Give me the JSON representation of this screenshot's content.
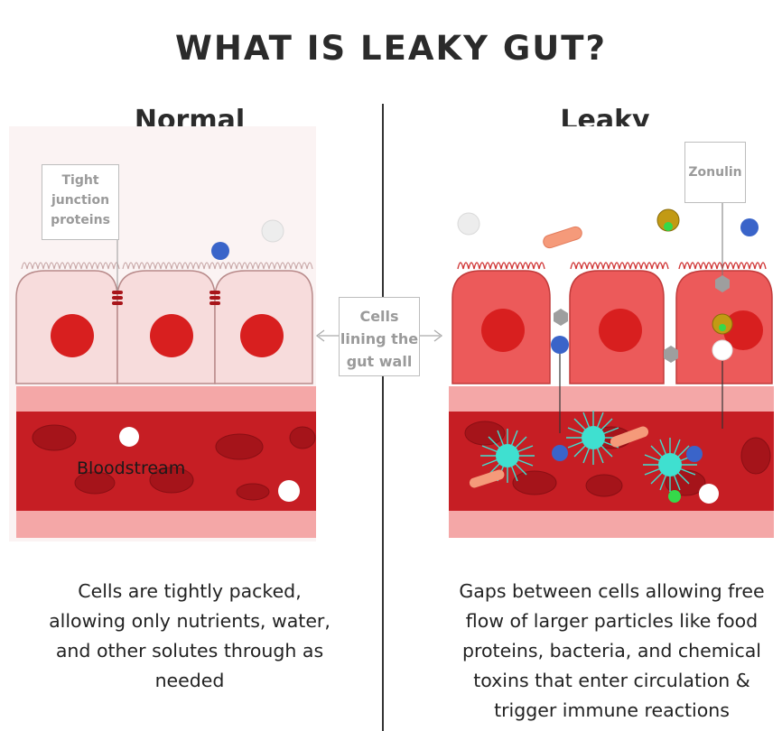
{
  "title": "WHAT IS LEAKY GUT?",
  "normal": {
    "heading": "Normal",
    "callout": [
      "Tight",
      "junction",
      "proteins"
    ],
    "blood_label": "Bloodstream",
    "caption": [
      "Cells are tightly packed,",
      "allowing only nutrients, water,",
      "and other solutes through as",
      "needed"
    ]
  },
  "leaky": {
    "heading": "Leaky",
    "callout": "Zonulin",
    "caption": [
      "Gaps between cells allowing free",
      "flow of larger particles like food",
      "proteins, bacteria, and chemical",
      "toxins that enter circulation &",
      "trigger immune reactions"
    ]
  },
  "center_callout": [
    "Cells",
    "lining the",
    "gut wall"
  ],
  "colors": {
    "normal_cell": "#f7dcdc",
    "leaky_cell": "#ec5a5a",
    "nucleus": "#d81f1f",
    "vessel": "#f4a7a7",
    "blood": "#c61e24",
    "bacteria": "#3fe0d0",
    "particle_blue": "#3a64c9"
  }
}
